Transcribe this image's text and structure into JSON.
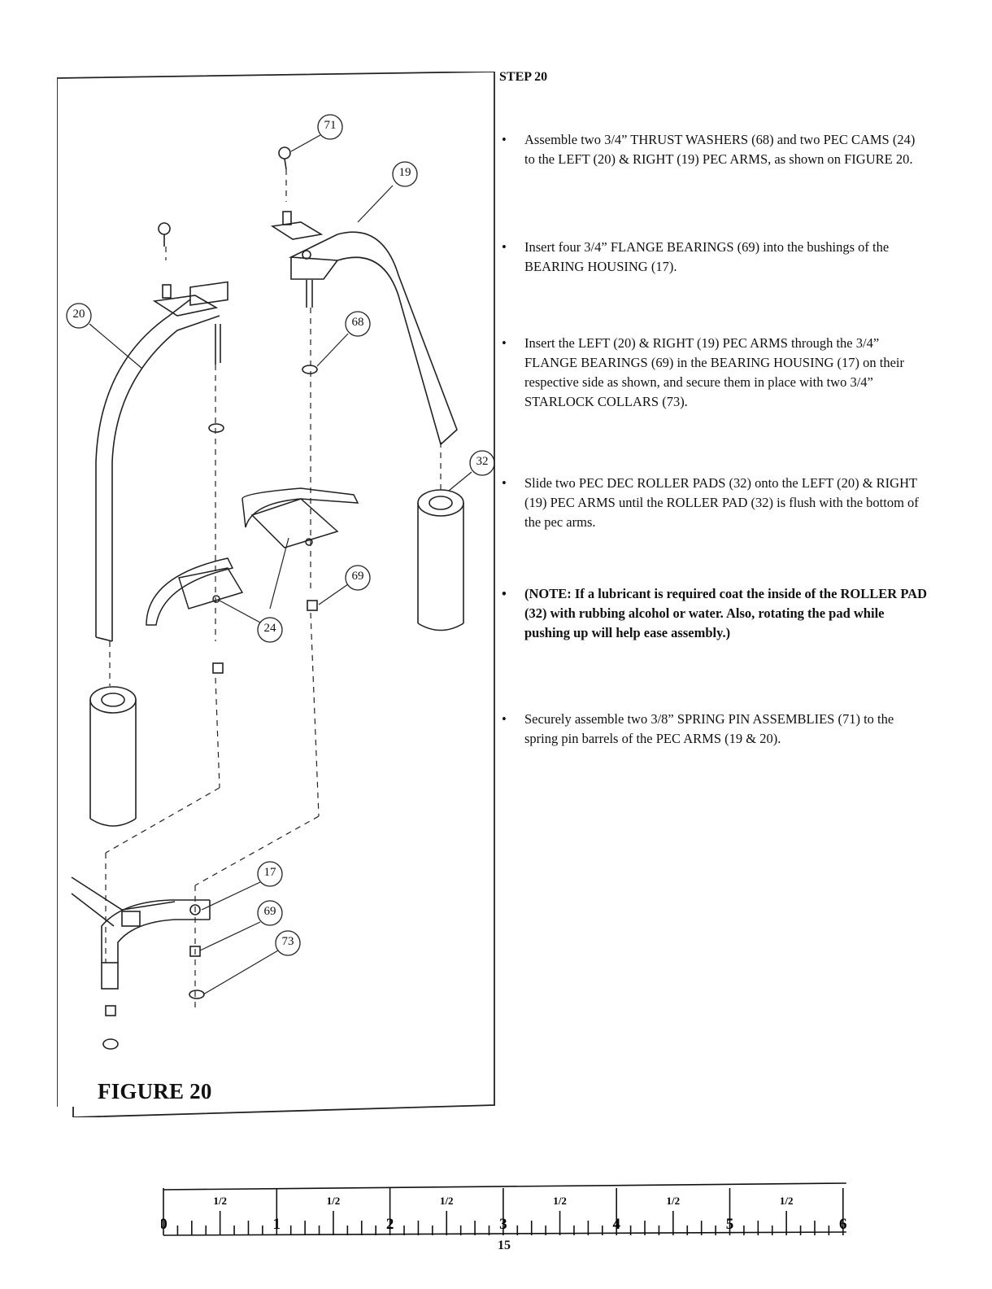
{
  "figure": {
    "title": "FIGURE 20",
    "callouts": [
      "71",
      "19",
      "20",
      "68",
      "32",
      "69",
      "24",
      "17",
      "69",
      "73"
    ]
  },
  "step": {
    "title": "STEP 20",
    "instructions": [
      "Assemble two 3/4” THRUST WASHERS (68) and two PEC CAMS (24) to the LEFT (20) & RIGHT (19) PEC ARMS, as shown on FIGURE 20.",
      "Insert four 3/4” FLANGE BEARINGS (69) into the bushings of the BEARING HOUSING (17).",
      "Insert the LEFT (20) & RIGHT (19) PEC ARMS through the 3/4” FLANGE BEARINGS (69) in the BEARING HOUSING (17) on their respective side as shown, and secure them in place with two 3/4” STARLOCK COLLARS (73).",
      "Slide two PEC DEC ROLLER PADS (32) onto the LEFT (20) & RIGHT (19) PEC ARMS until the ROLLER PAD (32) is flush with the bottom of the pec arms.",
      "(NOTE: If a lubricant is required coat the inside of the ROLLER PAD (32) with rubbing alcohol or water. Also, rotating the pad while pushing up will help ease assembly.)",
      "Securely assemble two 3/8” SPRING PIN ASSEMBLIES (71) to the spring pin barrels of the PEC ARMS (19 & 20)."
    ],
    "bullet": "•"
  },
  "ruler": {
    "numbers": [
      "0",
      "1",
      "2",
      "3",
      "4",
      "5",
      "6"
    ],
    "half_label": "1/2"
  },
  "page_number": "15"
}
